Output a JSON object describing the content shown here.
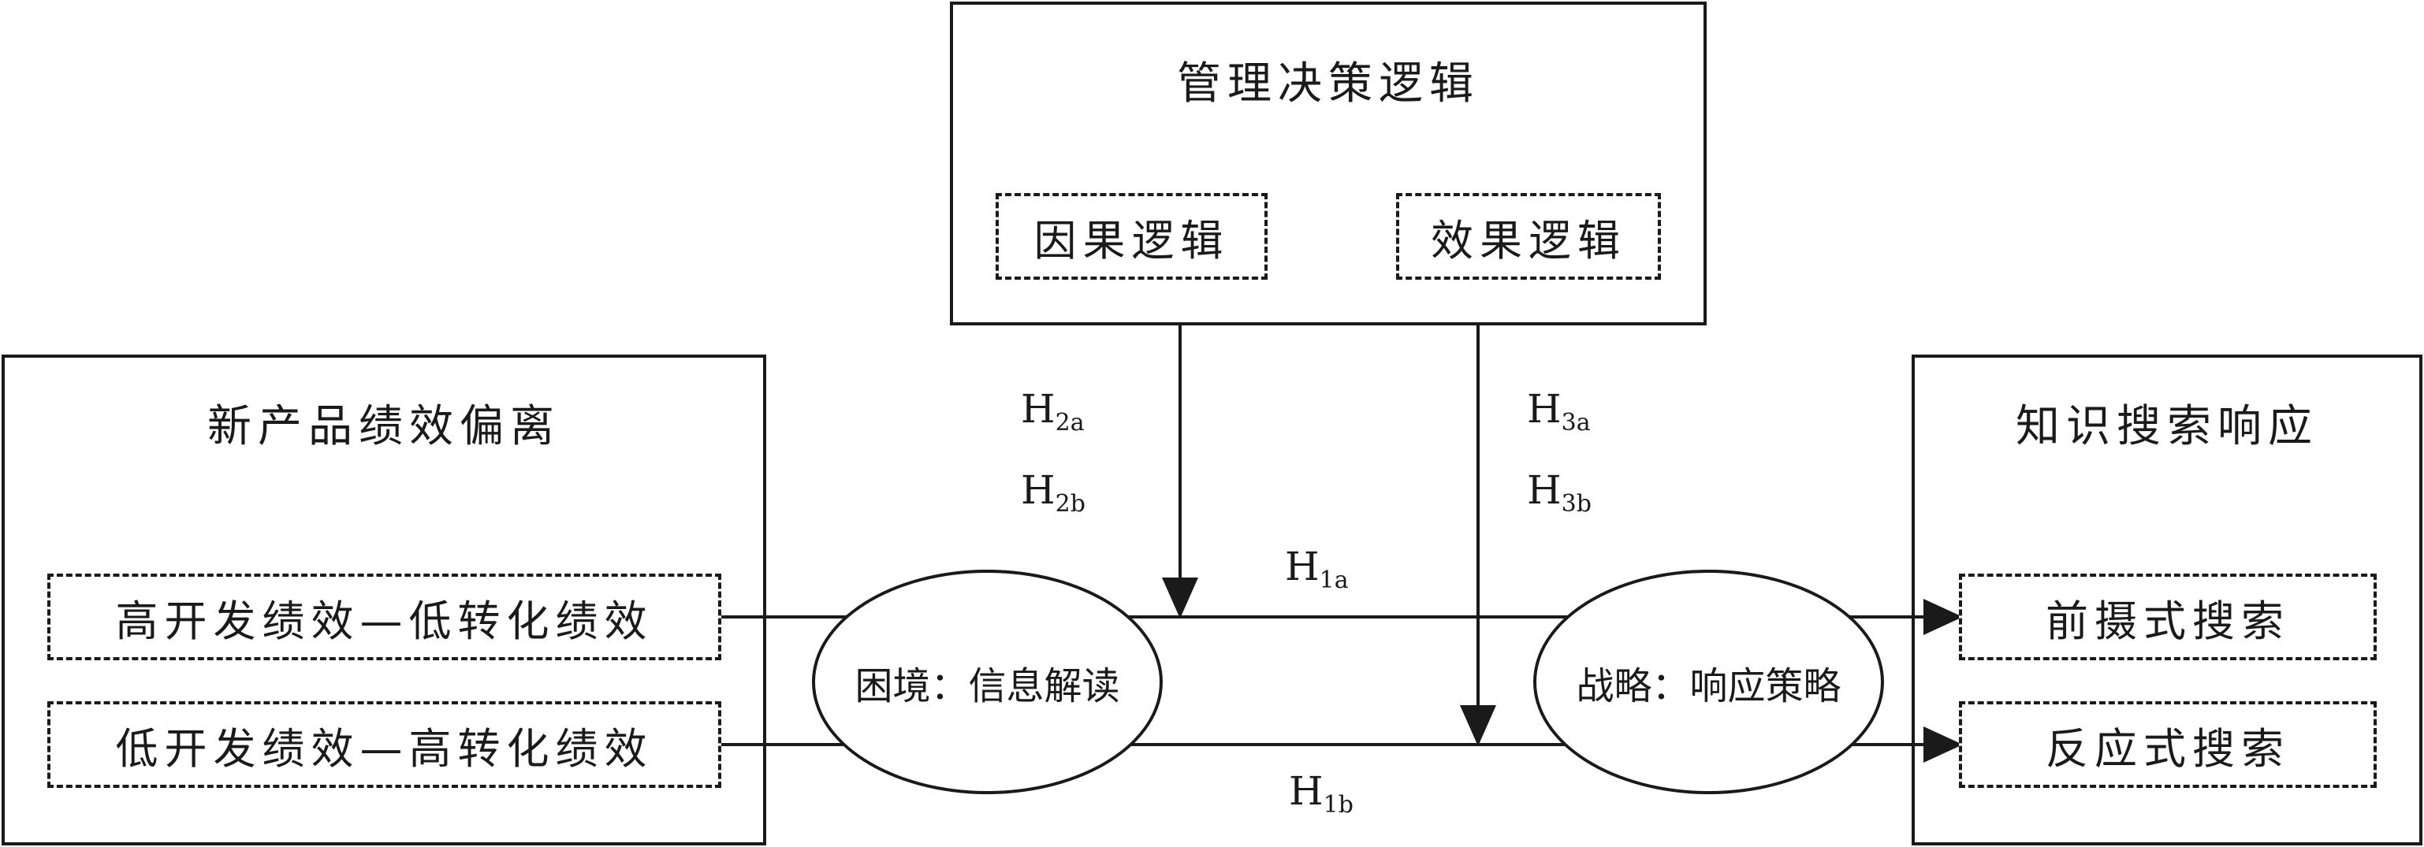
{
  "top_box": {
    "title": "管理决策逻辑",
    "left_item": "因果逻辑",
    "right_item": "效果逻辑"
  },
  "left_box": {
    "title": "新产品绩效偏离",
    "items": [
      "高开发绩效—低转化绩效",
      "低开发绩效—高转化绩效"
    ]
  },
  "right_box": {
    "title": "知识搜索响应",
    "items": [
      "前摄式搜索",
      "反应式搜索"
    ]
  },
  "ellipses": {
    "left": "困境：信息解读",
    "right": "战略：响应策略"
  },
  "hypotheses": {
    "h2a": {
      "main": "H",
      "sub": "2a"
    },
    "h2b": {
      "main": "H",
      "sub": "2b"
    },
    "h3a": {
      "main": "H",
      "sub": "3a"
    },
    "h3b": {
      "main": "H",
      "sub": "3b"
    },
    "h1a": {
      "main": "H",
      "sub": "1a"
    },
    "h1b": {
      "main": "H",
      "sub": "1b"
    }
  },
  "colors": {
    "stroke": "#1a1a1a",
    "background": "#ffffff"
  }
}
